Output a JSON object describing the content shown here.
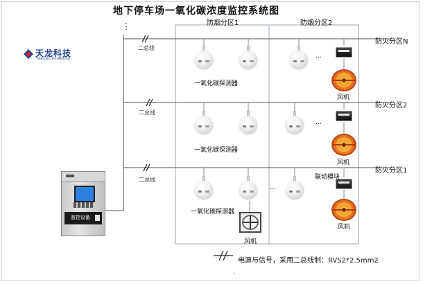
{
  "title": "地下停车场一氧化碳浓度监控系统图",
  "logo": {
    "name_cn": "天龙科技",
    "name_en": "TIANLONG TECHNOLOGY"
  },
  "smoke_zones": [
    "防烟分区1",
    "防烟分区2"
  ],
  "fire_zones": {
    "top": "防火分区N",
    "middle": "防火分区2",
    "bottom": "防火分区1"
  },
  "bus_label": "二总线",
  "detector_label": "一氧化碳探测器",
  "fan_label": "风机",
  "module_label": "联动模块",
  "controller_label": "监控设备",
  "ellipsis": "…",
  "ellipsis_vertical": "⋮",
  "legend": "电源与信号，采用二总线制：RVS2*2.5mm2",
  "legend_symbol": "//",
  "footer_dot": ".",
  "colors": {
    "line": "#4f4f4f",
    "zone_border": "#9aa4ac",
    "fan_orange": "#e4661a",
    "screen_blue": "#2d7fe0",
    "logo_blue": "#1e3f8a"
  },
  "icons": [
    "logo-mark-icon",
    "co-detector-icon",
    "linkage-module-icon",
    "axial-fan-icon",
    "wall-fan-icon",
    "bus-slash-icon"
  ]
}
